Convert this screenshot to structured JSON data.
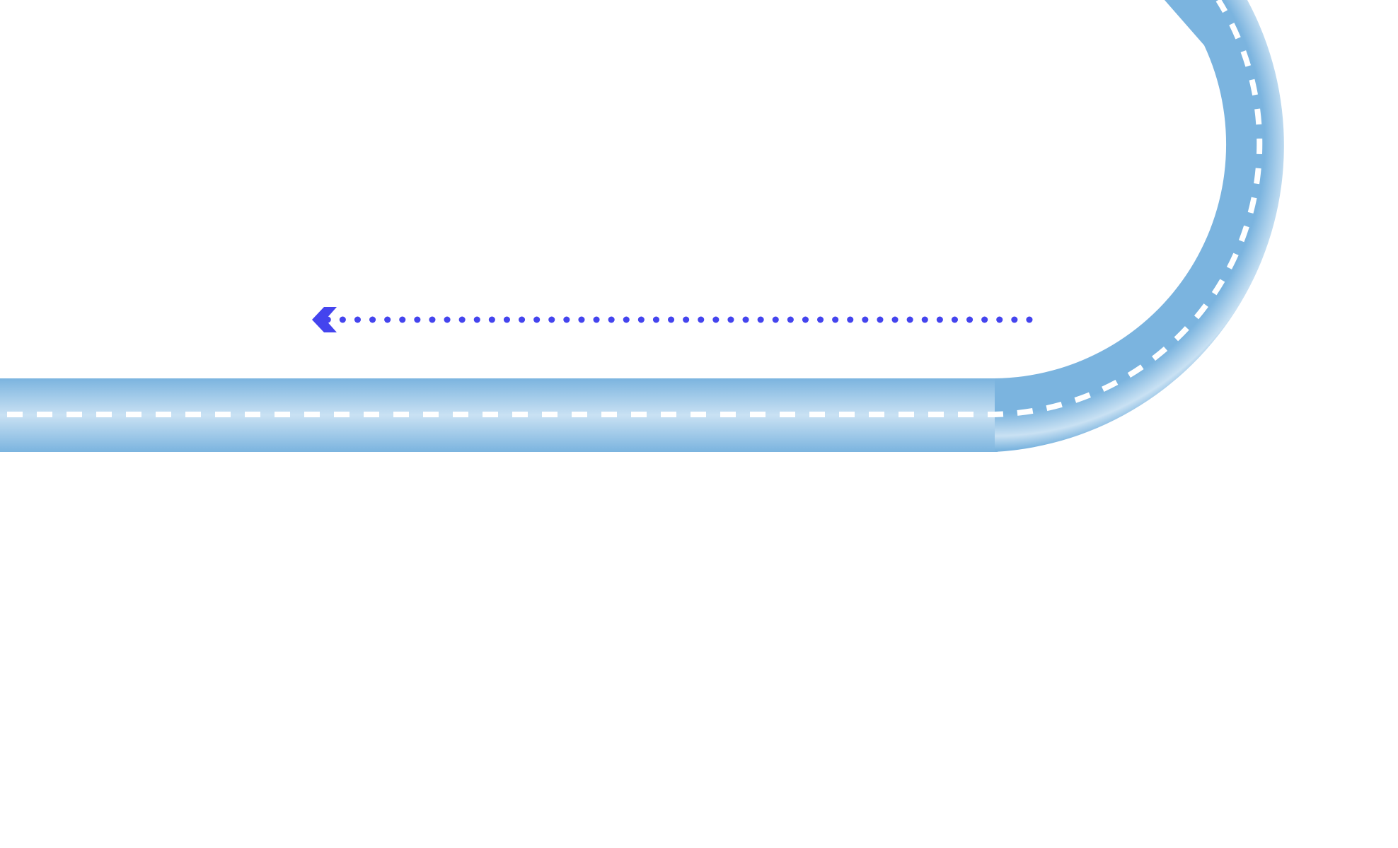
{
  "colors": {
    "background": "#ffffff",
    "road_edge": "#7bb4df",
    "road_center": "#c9e1f3",
    "lane_marking": "#ffffff",
    "direction_arrow": "#4444ee"
  },
  "road": {
    "shape": "straight-road-with-u-turn-bend",
    "lane_marking_style": "dashed"
  },
  "direction_indicator": {
    "icon": "left-arrow-icon",
    "line_style": "dotted",
    "direction": "left"
  }
}
